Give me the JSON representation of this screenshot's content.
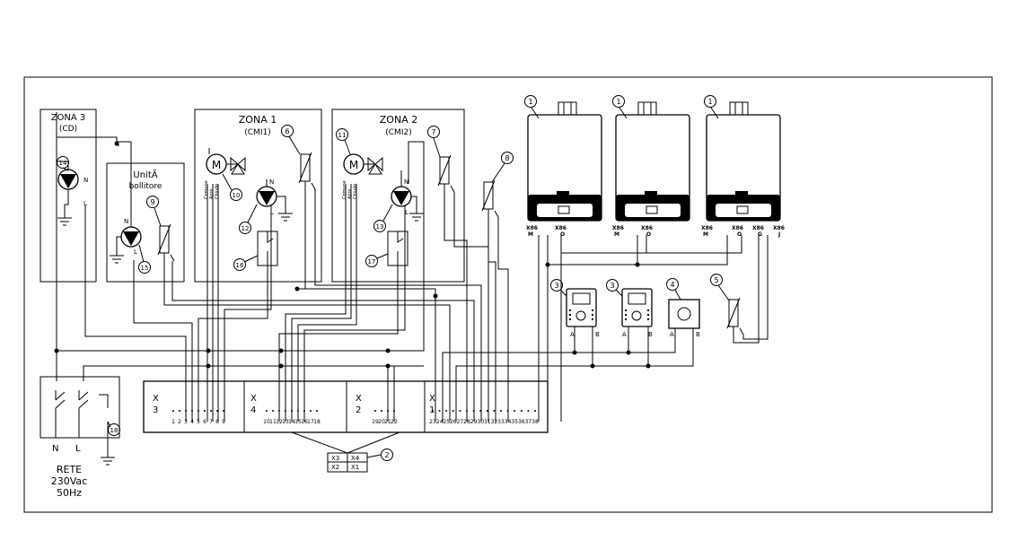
{
  "zones": {
    "zona3": {
      "title": "ZONA 3",
      "subtitle": "(CD)"
    },
    "zona1": {
      "title": "ZONA 1",
      "subtitle": "(CMI1)"
    },
    "zona2": {
      "title": "ZONA 2",
      "subtitle": "(CMI2)"
    },
    "bollitore": {
      "title": "UnitÃ",
      "subtitle": "bollitore"
    }
  },
  "callouts": [
    "1",
    "2",
    "3",
    "4",
    "5",
    "6",
    "7",
    "8",
    "9",
    "10",
    "11",
    "12",
    "13",
    "14",
    "15",
    "16",
    "17",
    "18"
  ],
  "motor_label": "M",
  "motor_wires": [
    "Comune",
    "Apre",
    "Chiude"
  ],
  "pump_pins": {
    "n": "N",
    "l": "L"
  },
  "boilers": [
    {
      "terminals": [
        "X86",
        "M",
        "X86",
        "O"
      ]
    },
    {
      "terminals": [
        "X86",
        "M",
        "X86",
        "O"
      ]
    },
    {
      "terminals": [
        "X86",
        "M",
        "X86",
        "O",
        "X86",
        "G",
        "X86",
        "J"
      ]
    }
  ],
  "controller_pins": {
    "a": "A",
    "b": "B"
  },
  "terminal_blocks": {
    "x3": {
      "label": [
        "X",
        "3"
      ],
      "numbers": [
        "1",
        "2",
        "3",
        "4",
        "5",
        "6",
        "7",
        "8",
        "9"
      ]
    },
    "x4": {
      "label": [
        "X",
        "4"
      ],
      "numbers": [
        "10",
        "11",
        "12",
        "13",
        "14",
        "15",
        "16",
        "17",
        "18"
      ]
    },
    "x2": {
      "label": [
        "X",
        "2"
      ],
      "numbers": [
        "19",
        "20",
        "21",
        "22"
      ]
    },
    "x1": {
      "label": [
        "X",
        "1"
      ],
      "numbers": [
        "23",
        "24",
        "25",
        "26",
        "27",
        "28",
        "29",
        "30",
        "31",
        "32",
        "33",
        "34",
        "35",
        "36",
        "37",
        "38"
      ]
    }
  },
  "connector_legend": [
    "X3",
    "X4",
    "X2",
    "X1"
  ],
  "mains": {
    "pins": [
      "N",
      "L"
    ],
    "label_lines": [
      "RETE",
      "230Vac",
      "50Hz"
    ]
  }
}
